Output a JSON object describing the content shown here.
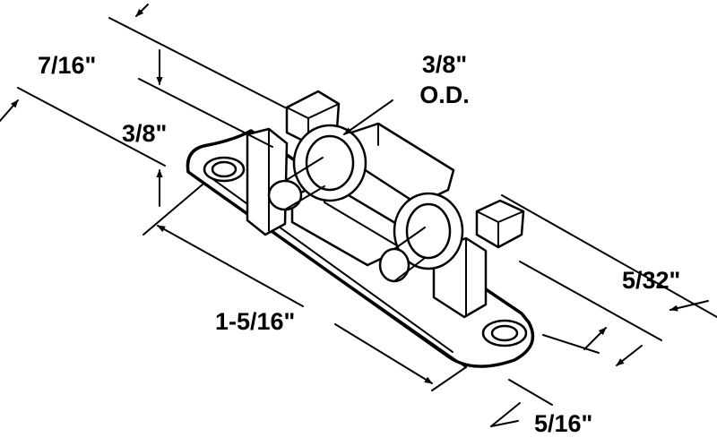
{
  "diagram": {
    "dimensions": {
      "top_height": "7/16\"",
      "roller_height": "3/8\"",
      "roller_od_size": "3/8\"",
      "roller_od_label": "O.D.",
      "overall_length": "1-5/16\"",
      "base_width": "5/32\"",
      "hole_offset": "5/16\""
    },
    "colors": {
      "ink": "#000000",
      "background": "#ffffff"
    }
  }
}
